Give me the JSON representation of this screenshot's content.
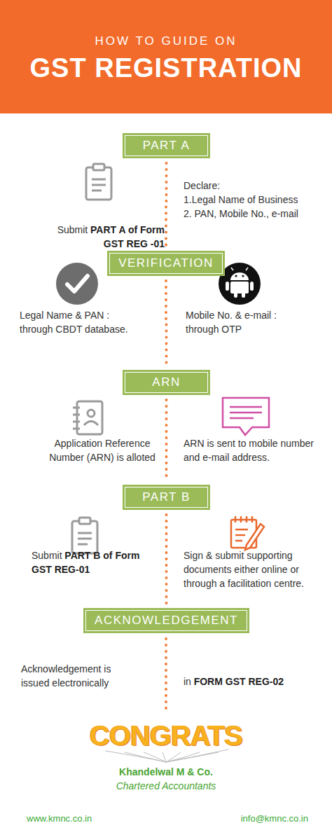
{
  "diagram": {
    "title": "GST REGISTRATION",
    "nodes": [
      {
        "text": [
          "PART A"
        ]
      },
      {
        "text": [
          "VERIFICATION"
        ]
      },
      {
        "text": [
          "ARN"
        ]
      },
      {
        "text": [
          "PART B"
        ]
      },
      {
        "text": [
          "ACKNOWLEDGEMENT"
        ]
      }
    ],
    "edges": [
      {
        "from": 0,
        "to": 1,
        "arrow": "none"
      },
      {
        "from": 1,
        "to": 2,
        "arrow": "none"
      },
      {
        "from": 2,
        "to": 3,
        "arrow": "none"
      },
      {
        "from": 3,
        "to": 4,
        "arrow": "none"
      }
    ],
    "labels": [
      "HOW TO GUIDE ON",
      "Submit",
      "PART A of Form GST REG -01",
      "Declare:",
      "1.Legal Name of Business",
      "2. PAN, Mobile No., e-mail",
      "Legal Name & PAN : through CBDT database.",
      "Mobile No. & e-mail : through OTP",
      "Application Reference Number (ARN) is alloted",
      "ARN is sent to mobile number and e-mail address.",
      "Submit",
      "PART B of Form GST REG-01",
      "Sign & submit supporting documents either online or through a facilitation centre.",
      "Acknowledgement is issued electronically",
      "in",
      "FORM GST REG-02",
      "CONGRATS",
      "Khandelwal M & Co.",
      "Chartered Accountants",
      "www.kmnc.co.in",
      "info@kmnc.co.in"
    ]
  }
}
